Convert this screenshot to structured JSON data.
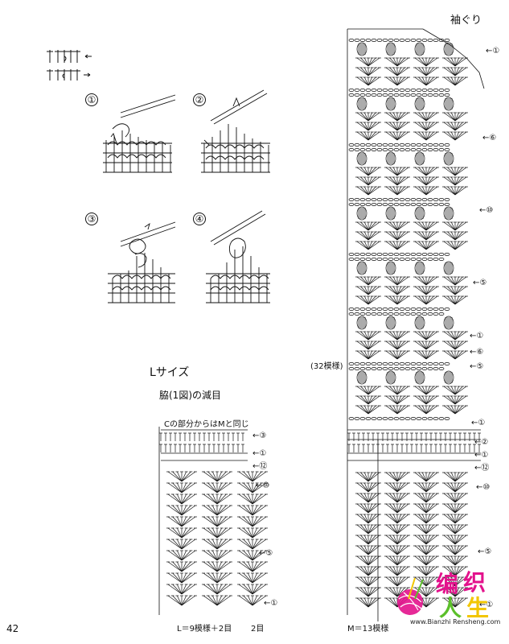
{
  "page": {
    "page_number": "42",
    "title_right": "袖ぐり",
    "size_label": "Lサイズ",
    "subtitle": "脇(1図)の減目",
    "note_c": "Cの部分からはMと同じ",
    "rows_label_right": "(32模様)",
    "bottom_left": "L＝9模様＋2目",
    "bottom_left_2": "2目",
    "bottom_right": "M＝13模様",
    "watermark_site": "www.Bianzhi Rensheng.com",
    "watermark_logo": [
      "编",
      "织",
      "人",
      "生"
    ]
  },
  "steps": [
    {
      "num": "①"
    },
    {
      "num": "②"
    },
    {
      "num": "③"
    },
    {
      "num": "④"
    }
  ],
  "right_markers": [
    {
      "label": "①"
    },
    {
      "label": "⑥"
    },
    {
      "label": "⑩"
    },
    {
      "label": "⑤"
    },
    {
      "label": "①"
    },
    {
      "label": "⑥"
    },
    {
      "label": "⑤"
    },
    {
      "label": "①"
    },
    {
      "label": "②"
    },
    {
      "label": "①"
    },
    {
      "label": "⑫"
    },
    {
      "label": "⑩"
    },
    {
      "label": "⑤"
    },
    {
      "label": "①"
    }
  ],
  "left_markers": [
    {
      "label": "③"
    },
    {
      "label": "①"
    },
    {
      "label": "⑫"
    },
    {
      "label": "⑩"
    },
    {
      "label": "⑤"
    },
    {
      "label": "①"
    }
  ],
  "colors": {
    "ink": "#111111",
    "logo_magenta": "#e3128c",
    "logo_green": "#5bbf2a",
    "logo_yellow": "#f2c600"
  }
}
